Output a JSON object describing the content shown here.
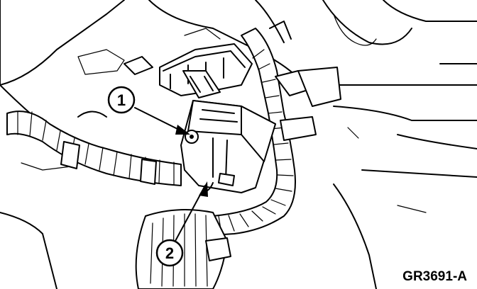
{
  "figure": {
    "id": "GR3691-A"
  },
  "callouts": [
    {
      "label": "1",
      "refers_to": "connector-retaining-screw"
    },
    {
      "label": "2",
      "refers_to": "connector-locking-tab"
    }
  ]
}
